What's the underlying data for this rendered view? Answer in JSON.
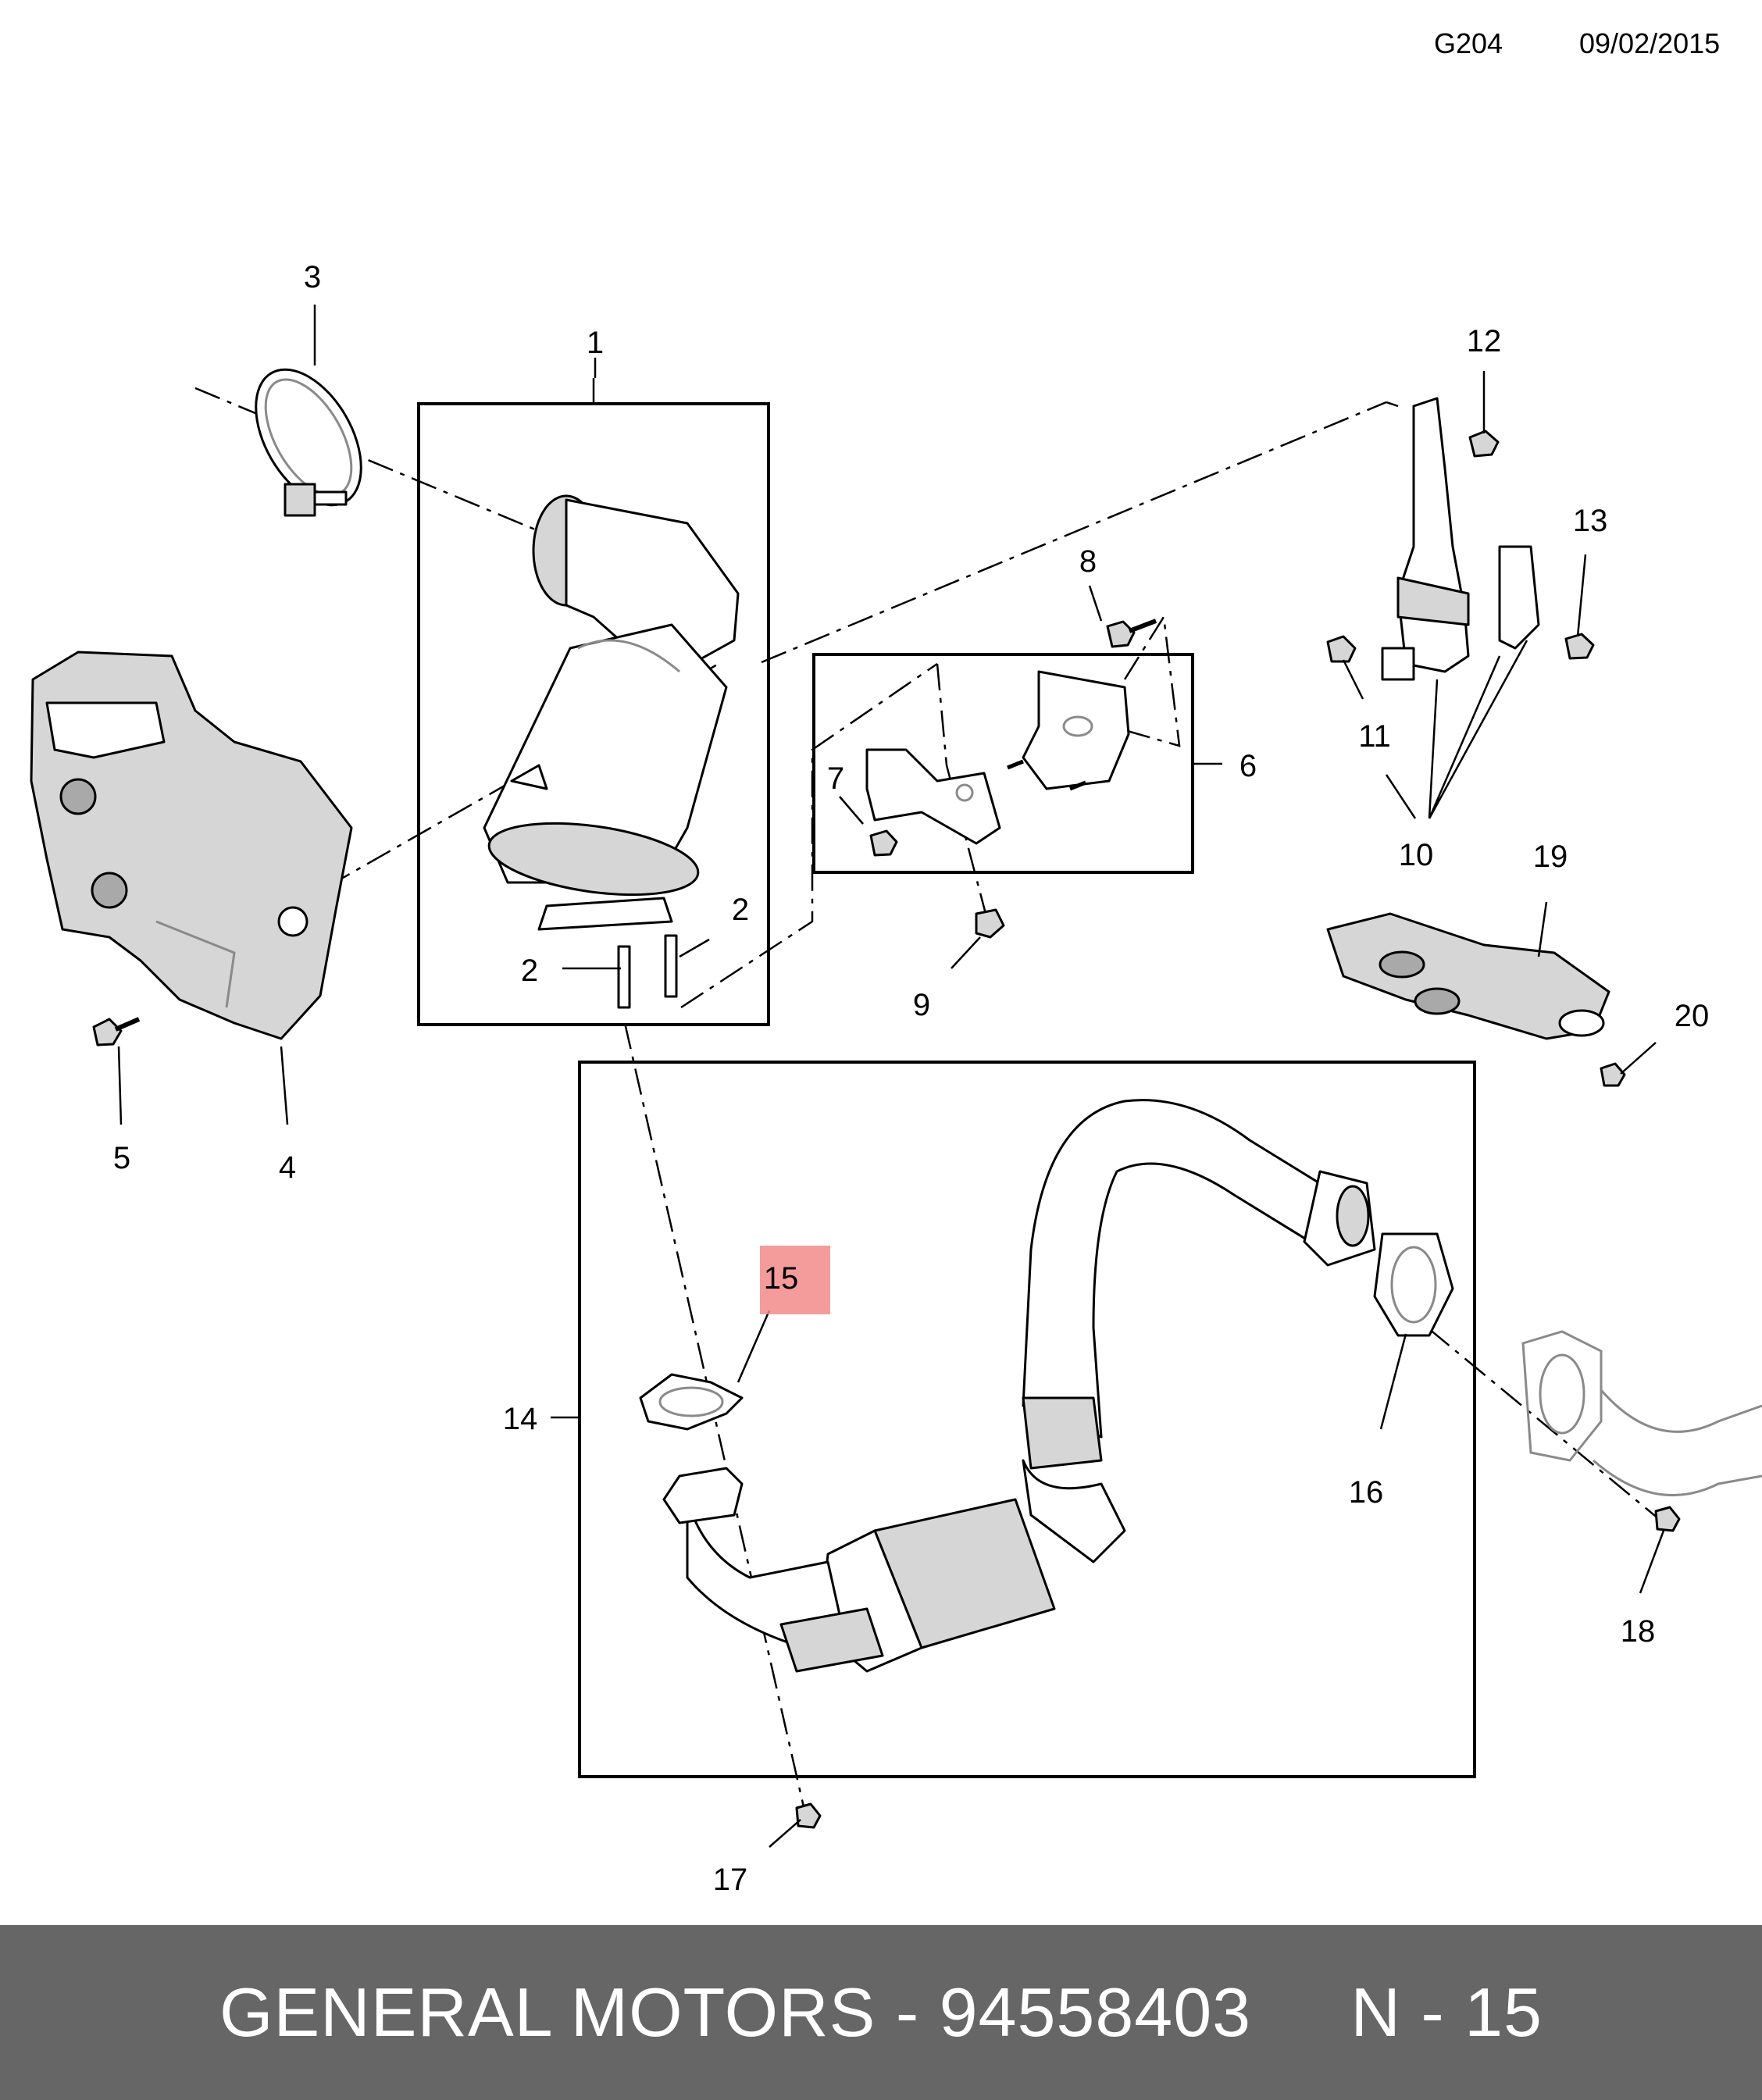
{
  "header": {
    "code": "G204",
    "date": "09/02/2015"
  },
  "callouts": {
    "c1": "1",
    "c2a": "2",
    "c2b": "2",
    "c3": "3",
    "c4": "4",
    "c5": "5",
    "c6": "6",
    "c7": "7",
    "c8": "8",
    "c9": "9",
    "c10": "10",
    "c11": "11",
    "c12": "12",
    "c13": "13",
    "c14": "14",
    "c15": "15",
    "c16": "16",
    "c17": "17",
    "c18": "18",
    "c19": "19",
    "c20": "20"
  },
  "highlight": {
    "part": "15",
    "color": "#f28b8b"
  },
  "footer": {
    "brand": "GENERAL MOTORS",
    "separator": " - ",
    "part_number": "94558403",
    "page": "N - 15",
    "text": "GENERAL MOTORS - 94558403     N - 15",
    "background": "#666666"
  }
}
